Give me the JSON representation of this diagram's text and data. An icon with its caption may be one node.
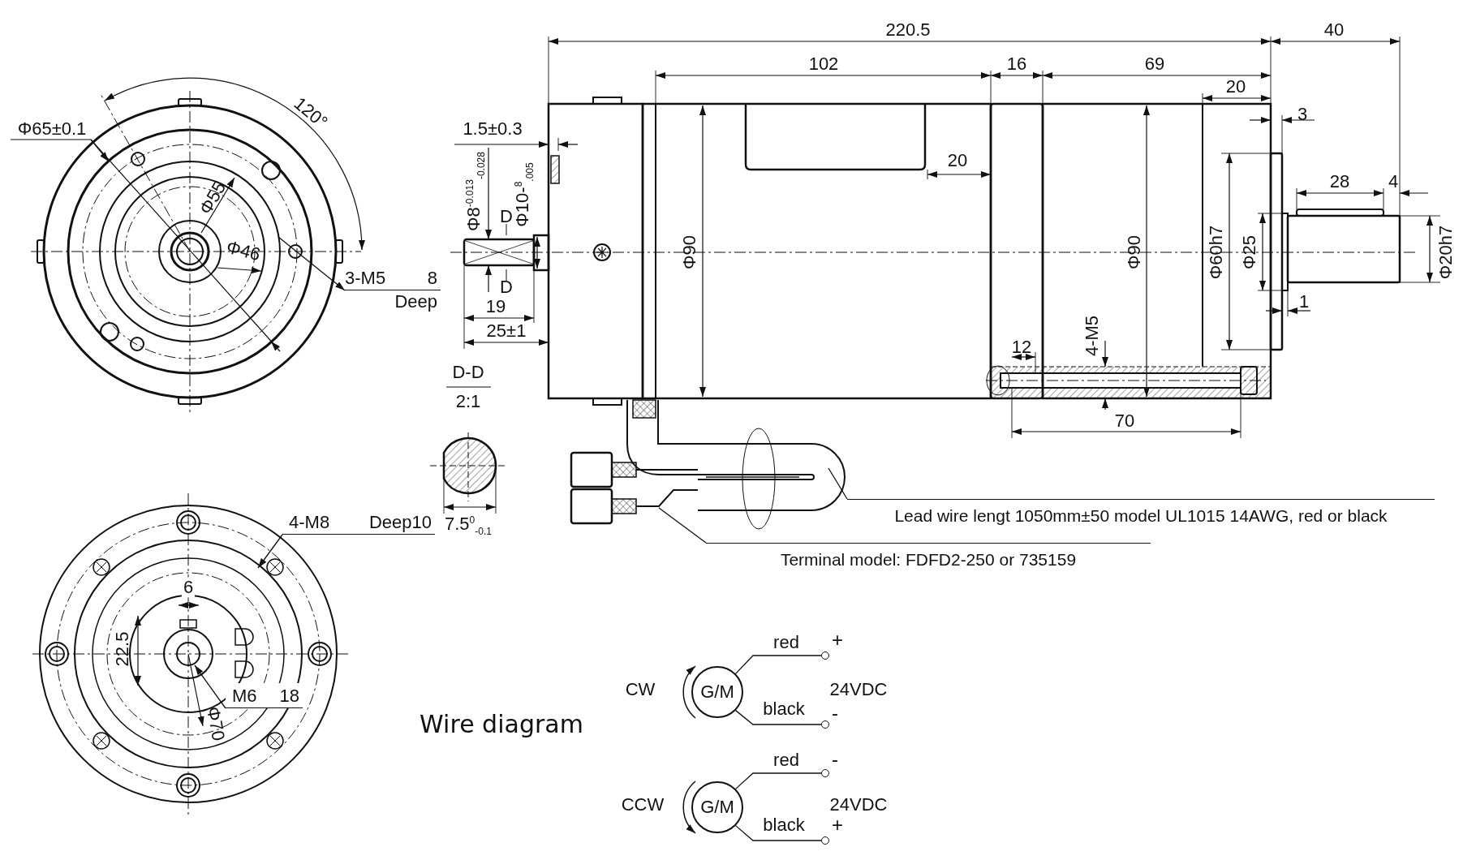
{
  "diagram": {
    "nodes": [
      {
        "text": [
          "3-M5",
          "8",
          "Deep"
        ]
      },
      {
        "text": [
          "Lead wire lengt 1050mm±50 model UL1015 14AWG, red or black"
        ]
      },
      {
        "text": [
          "4-M8",
          "Deep10"
        ]
      },
      {
        "text": [
          "Terminal model: FDFD2-250 or 735159"
        ]
      },
      {
        "text": [
          "M6",
          "18"
        ]
      },
      {
        "text": [
          "G/M"
        ]
      },
      {
        "text": [],
        "shape": "circle"
      },
      {
        "text": [],
        "shape": "circle"
      },
      {
        "text": [
          "G/M"
        ]
      },
      {
        "text": [],
        "shape": "circle"
      },
      {
        "text": [],
        "shape": "circle"
      }
    ],
    "edges": [
      {
        "from": null,
        "to": 0,
        "arrow": "to"
      },
      {
        "from": 1,
        "to": null,
        "arrow": "none"
      },
      {
        "from": 2,
        "to": null,
        "arrow": "to"
      },
      {
        "from": 3,
        "to": null,
        "arrow": "none"
      },
      {
        "from": 4,
        "to": null,
        "arrow": "to"
      },
      {
        "from": 5,
        "to": 6,
        "arrow": "none",
        "label": "red"
      },
      {
        "from": 5,
        "to": 7,
        "arrow": "none",
        "label": "black"
      },
      {
        "from": 8,
        "to": 9,
        "arrow": "none",
        "label": "red"
      },
      {
        "from": 8,
        "to": 10,
        "arrow": "none",
        "label": "black"
      }
    ],
    "labels": [
      "Φ65±0.1",
      "120°",
      "Φ55",
      "Φ46",
      "220.5",
      "40",
      "102",
      "16",
      "69",
      "20",
      "1.5±0.3",
      "3",
      "Φ8$^{-0.013}$$_{-0.028}$",
      "20",
      "Φ10-$^{8}$$_{.005}$",
      "D",
      "28",
      "4",
      "Φ90",
      "Φ90",
      "Φ60h7",
      "Φ25",
      "Φ20h7",
      "D",
      "1",
      "19",
      "25±1",
      "12",
      "4-M5",
      "70",
      "D-D",
      "2:1",
      "7.5$^{0}$$_{-0.1}$",
      "6",
      "22.5",
      "Φ70",
      "Wire diagram",
      "+",
      "CW",
      "24VDC",
      "-",
      "-",
      "CCW",
      "24VDC",
      "+"
    ]
  }
}
